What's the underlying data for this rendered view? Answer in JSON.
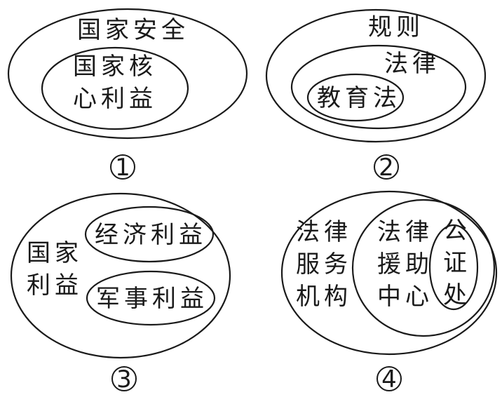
{
  "diagrams": [
    {
      "number": "1",
      "labels": {
        "outer": "国家安全",
        "inner_line1": "国家核",
        "inner_line2": "心利益"
      }
    },
    {
      "number": "2",
      "labels": {
        "outer": "规则",
        "middle": "法律",
        "inner": "教育法"
      }
    },
    {
      "number": "3",
      "labels": {
        "outer_line1": "国家",
        "outer_line2": "利益",
        "inner_top": "经济利益",
        "inner_bottom": "军事利益"
      }
    },
    {
      "number": "4",
      "labels": {
        "outer_line1": "法律",
        "outer_line2": "服务",
        "outer_line3": "机构",
        "middle_line1": "法律",
        "middle_line2": "援助",
        "middle_line3": "中心",
        "inner_line1": "公",
        "inner_line2": "证",
        "inner_line3": "处"
      }
    }
  ]
}
